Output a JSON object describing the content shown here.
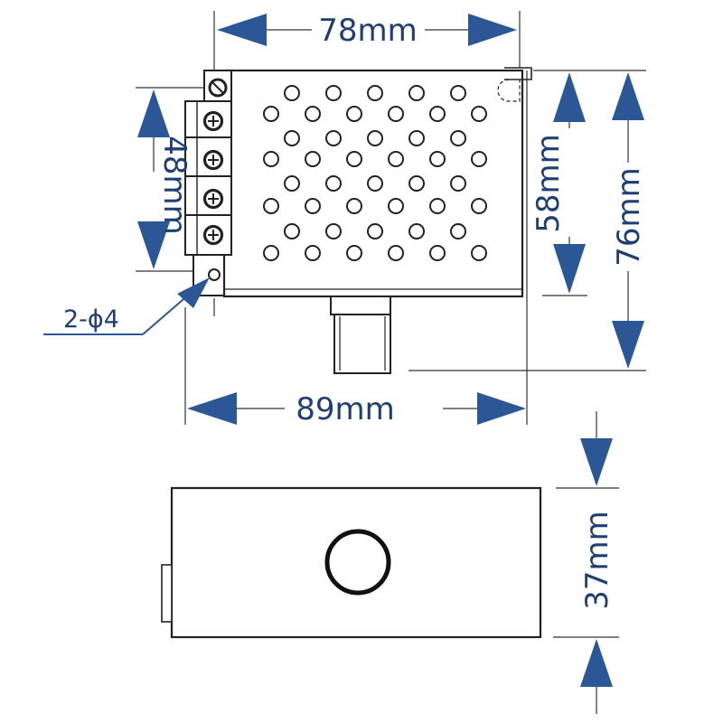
{
  "dimensions": {
    "top_width": "78mm",
    "bottom_width": "89mm",
    "left_height": "48mm",
    "inner_height": "58mm",
    "outer_height": "76mm",
    "depth": "37mm"
  },
  "annotations": {
    "mounting_hole": "2-ϕ4"
  },
  "colors": {
    "arrow": "#2b5797",
    "outline": "#222222",
    "thin_line": "#333333"
  }
}
